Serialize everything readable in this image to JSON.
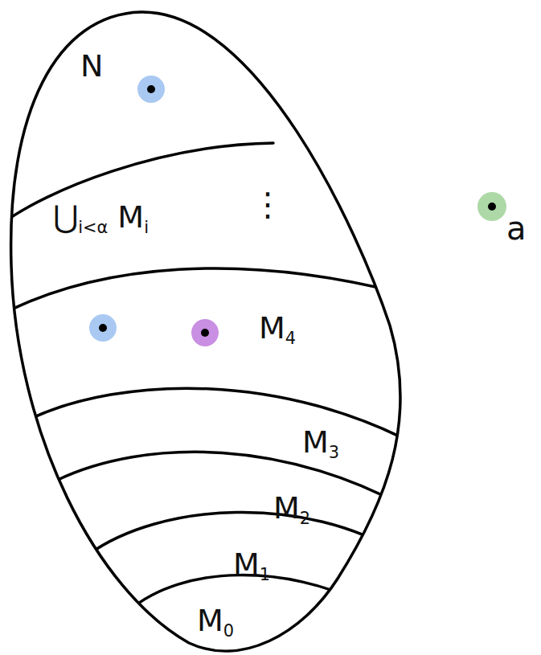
{
  "diagram": {
    "nodes": [
      {
        "text": [
          "N"
        ]
      },
      {
        "text": [
          "⋃i<α Mi"
        ]
      },
      {
        "text": [
          "M4"
        ]
      },
      {
        "text": [
          "M3"
        ]
      },
      {
        "text": [
          "M2"
        ]
      },
      {
        "text": [
          "M1"
        ]
      },
      {
        "text": [
          "M0"
        ]
      }
    ],
    "labels": [
      "⋮",
      "a"
    ]
  }
}
